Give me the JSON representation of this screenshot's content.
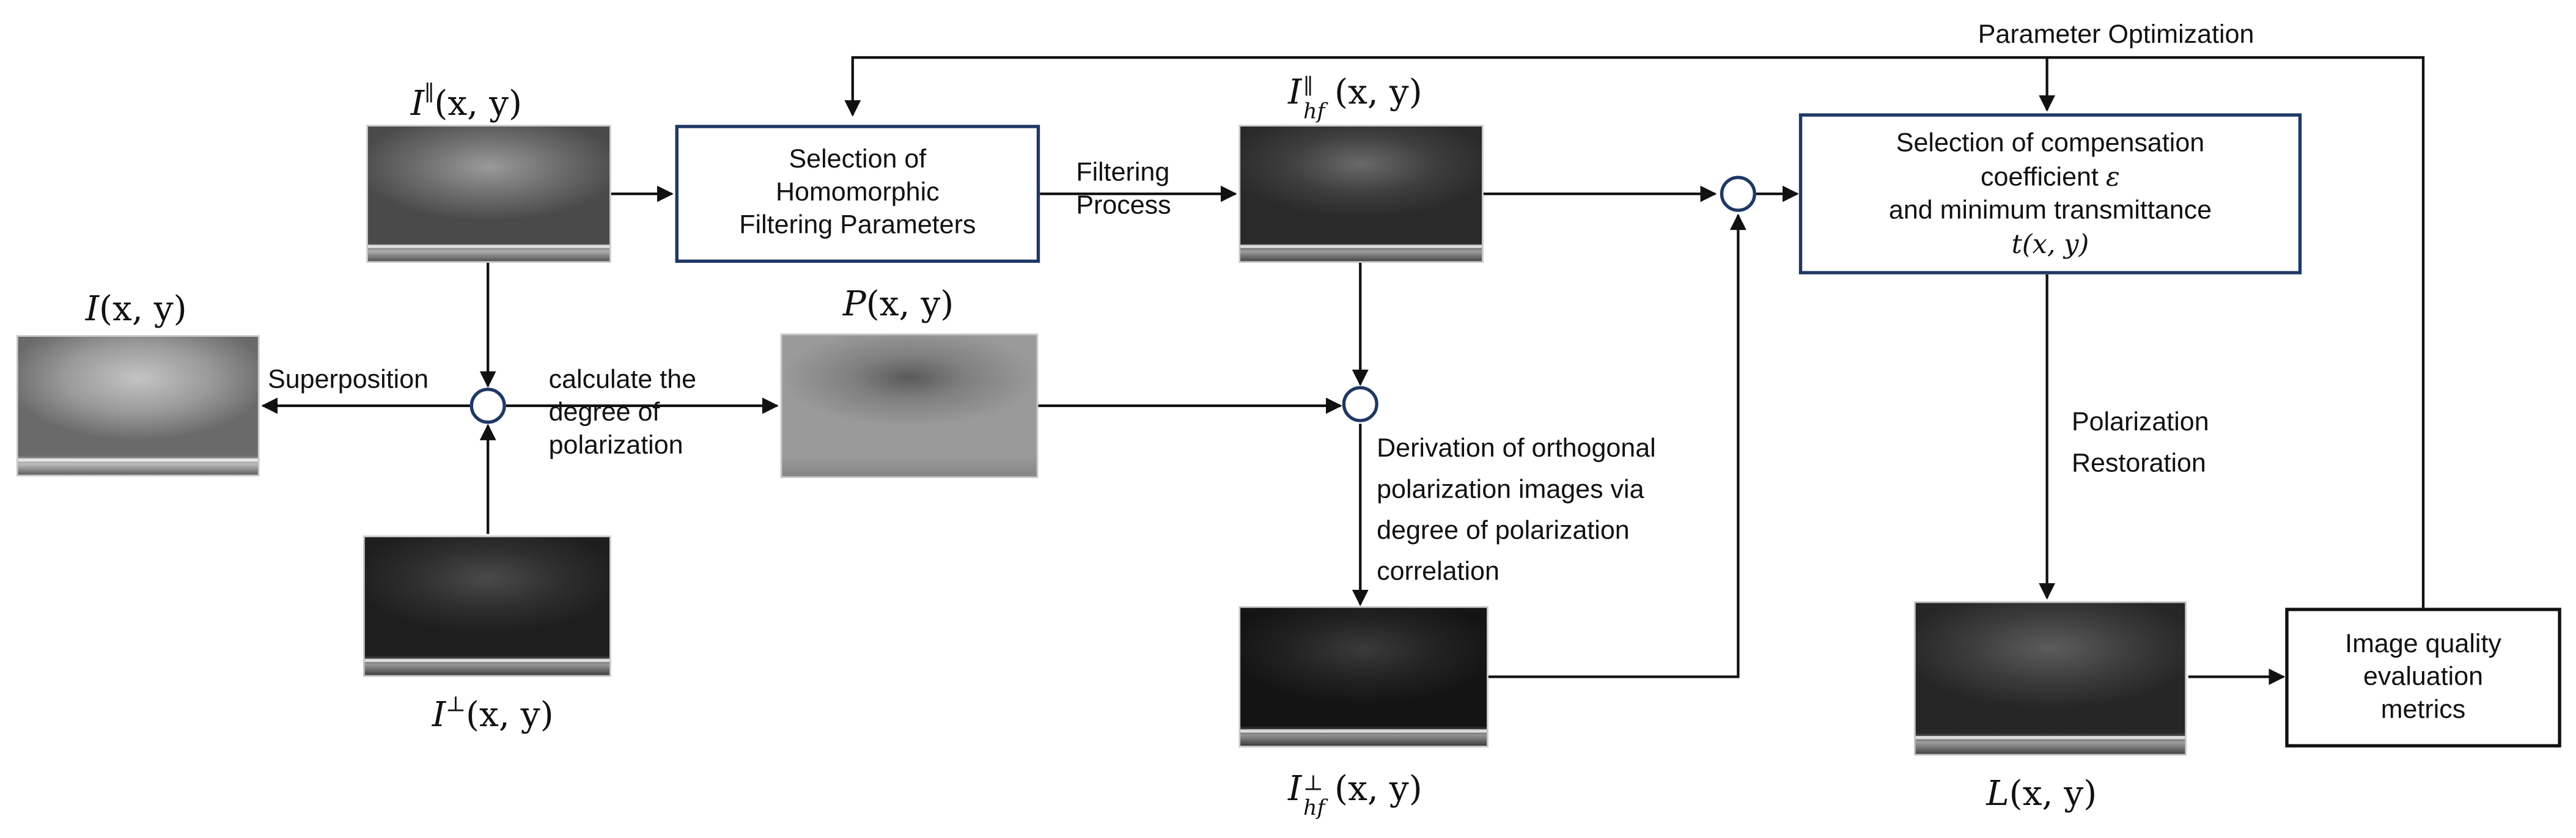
{
  "boxes": {
    "homomorphic": [
      "Selection of",
      "Homomorphic",
      "Filtering Parameters"
    ],
    "compensation": {
      "line1": "Selection of compensation",
      "line2_text": "coefficient ",
      "line2_symbol": "ε",
      "line3": "and minimum transmittance",
      "line4_symbol": "t(x, y)"
    },
    "quality": [
      "Image quality",
      "evaluation",
      "metrics"
    ]
  },
  "edge_labels": {
    "parameter_optimization": "Parameter Optimization",
    "filtering_process": [
      "Filtering",
      "Process"
    ],
    "superposition": "Superposition",
    "calculate_dop": [
      "calculate the",
      "degree of",
      "polarization"
    ],
    "derivation": [
      "Derivation of orthogonal",
      "polarization images via",
      "degree of polarization",
      "correlation"
    ],
    "polarization_restoration": [
      "Polarization",
      "Restoration"
    ]
  },
  "image_labels": {
    "i_parallel": {
      "symbol": "I",
      "sup": "∥",
      "args": "(x, y)"
    },
    "i_total": {
      "symbol": "I",
      "args": "(x, y)"
    },
    "i_perp": {
      "symbol": "I",
      "sup": "⊥",
      "args": "(x, y)"
    },
    "p": {
      "symbol": "P",
      "args": "(x, y)"
    },
    "i_hf_parallel": {
      "symbol": "I",
      "sup": "∥",
      "sub": "hf",
      "args": "(x, y)"
    },
    "i_hf_perp": {
      "symbol": "I",
      "sup": "⊥",
      "sub": "hf",
      "args": "(x, y)"
    },
    "l": {
      "symbol": "L",
      "args": "(x, y)"
    }
  },
  "colors": {
    "box_border_blue": "#1f3864",
    "box_border_black": "#111111",
    "line": "#111111",
    "node_border": "#1f3864"
  }
}
